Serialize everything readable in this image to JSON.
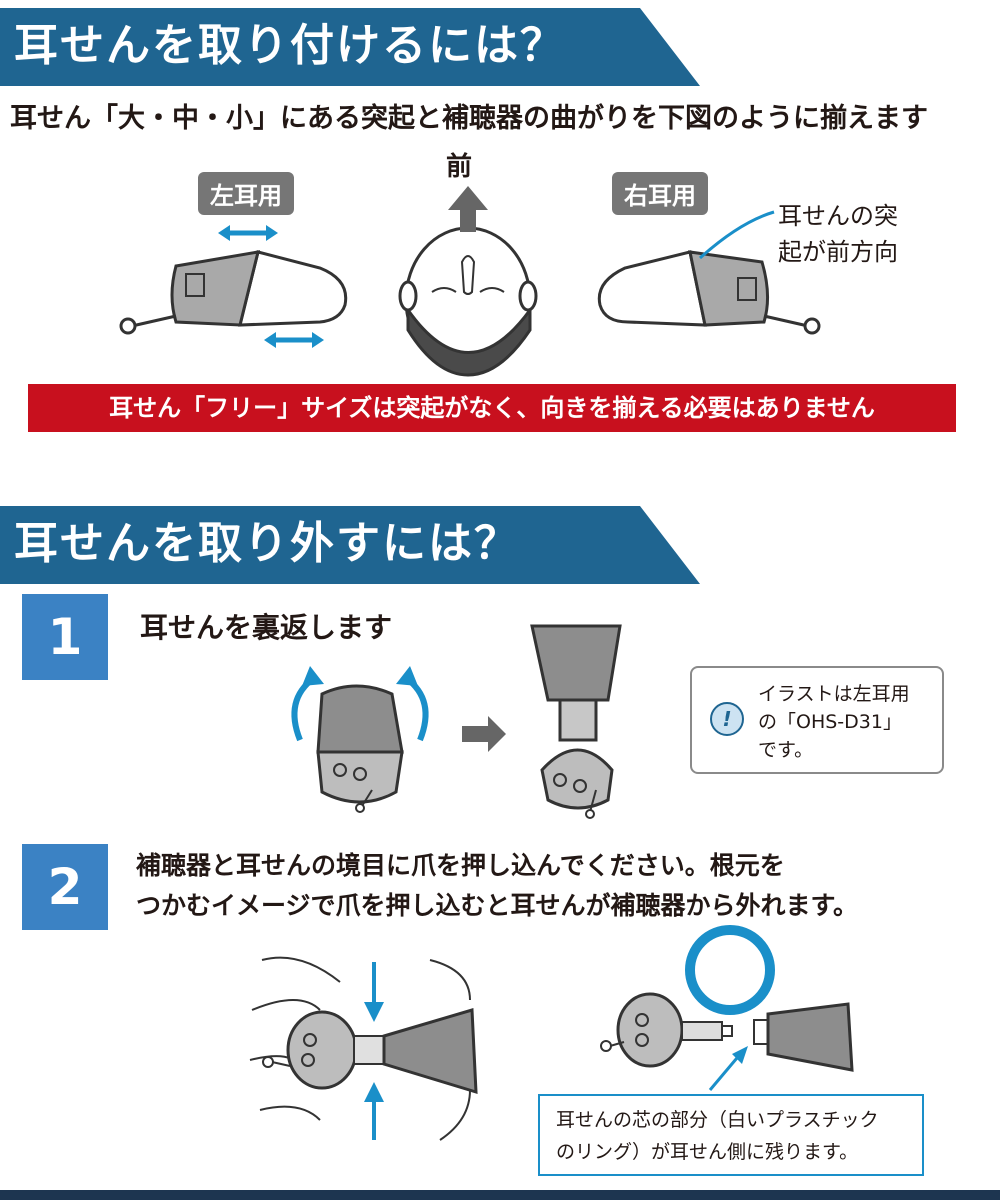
{
  "section1": {
    "title": "耳せんを取り付けるには？",
    "lead": "耳せん「大・中・小」にある突起と補聴器の曲がりを下図のように揃えます",
    "left_label": "左耳用",
    "right_label": "右耳用",
    "front_label": "前",
    "note_line1": "耳せんの突",
    "note_line2": "起が前方向",
    "warning": "耳せん「フリー」サイズは突起がなく、向きを揃える必要はありません"
  },
  "section2": {
    "title": "耳せんを取り外すには？",
    "step1": {
      "number": "1",
      "text": "耳せんを裏返します"
    },
    "info": {
      "icon": "!",
      "line1": "イラストは左耳用",
      "line2": "の「OHS-D31」",
      "line3": "です。"
    },
    "step2": {
      "number": "2",
      "line1": "補聴器と耳せんの境目に爪を押し込んでください。根元を",
      "line2": "つかむイメージで爪を押し込むと耳せんが補聴器から外れます。"
    },
    "callout": {
      "line1": "耳せんの芯の部分（白いプラスチック",
      "line2": "のリング）が耳せん側に残ります。"
    }
  },
  "colors": {
    "banner": "#1f6591",
    "warning_red": "#c8101e",
    "step_blue": "#3b82c4",
    "accent_cyan": "#1a8fc9"
  },
  "icons": [
    "rotate-arrows-icon",
    "front-arrow-icon",
    "info-exclamation-icon",
    "push-arrow-icon",
    "ring-highlight-icon"
  ]
}
